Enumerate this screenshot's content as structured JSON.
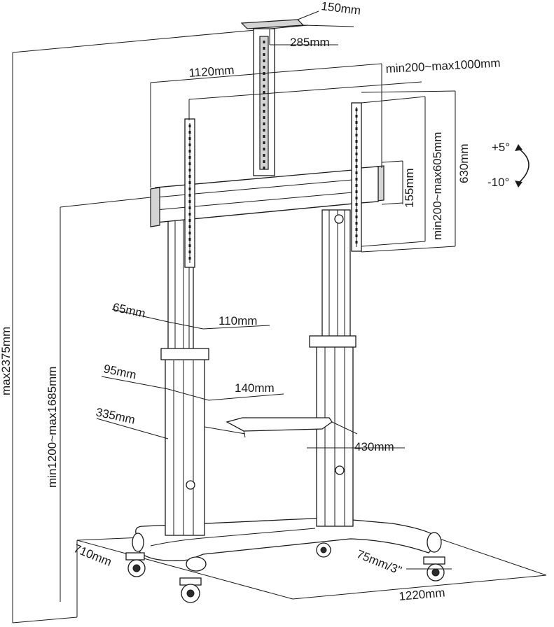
{
  "dimensions": {
    "top_plate_depth": "150mm",
    "top_plate_width": "285mm",
    "mount_width": "1120mm",
    "vesa_horizontal": "min200~max1000mm",
    "vesa_vertical": "min200~max605mm",
    "bracket_height": "630mm",
    "crossbar_height": "155mm",
    "tilt_up": "+5°",
    "tilt_down": "-10°",
    "upper_pole_depth": "65mm",
    "upper_pole_width": "110mm",
    "lower_pole_depth": "95mm",
    "lower_pole_width": "140mm",
    "shelf_depth": "335mm",
    "shelf_width": "430mm",
    "total_height": "max2375mm",
    "center_height": "min1200~max1685mm",
    "base_depth": "710mm",
    "caster_size": "75mm/3\"",
    "base_width": "1220mm"
  }
}
